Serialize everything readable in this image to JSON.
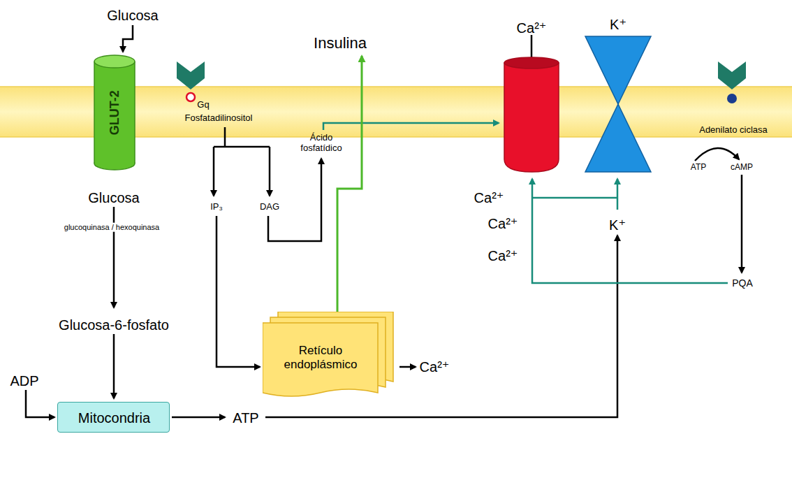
{
  "diagram": {
    "nodes": [
      {
        "text": [
          "GLUT-2"
        ]
      },
      {
        "text": [
          "Ca²⁺"
        ]
      },
      {
        "text": [
          "K⁺"
        ]
      },
      {
        "text": [
          "Retículo endoplásmico"
        ]
      },
      {
        "text": [
          "Mitocondria"
        ]
      }
    ],
    "labels": [
      "Glucosa",
      "Insulina",
      "Gq",
      "Fosfatadilinositol",
      "Ácido fosfatídico",
      "Adenilato ciclasa",
      "Glucosa",
      "IP₃",
      "DAG",
      "glucoquinasa / hexoquinasa",
      "Ca²⁺",
      "Ca²⁺",
      "K⁺",
      "Ca²⁺",
      "ATP",
      "cAMP",
      "PQA",
      "Glucosa-6-fosfato",
      "Ca²⁺",
      "ADP",
      "ATP"
    ]
  }
}
